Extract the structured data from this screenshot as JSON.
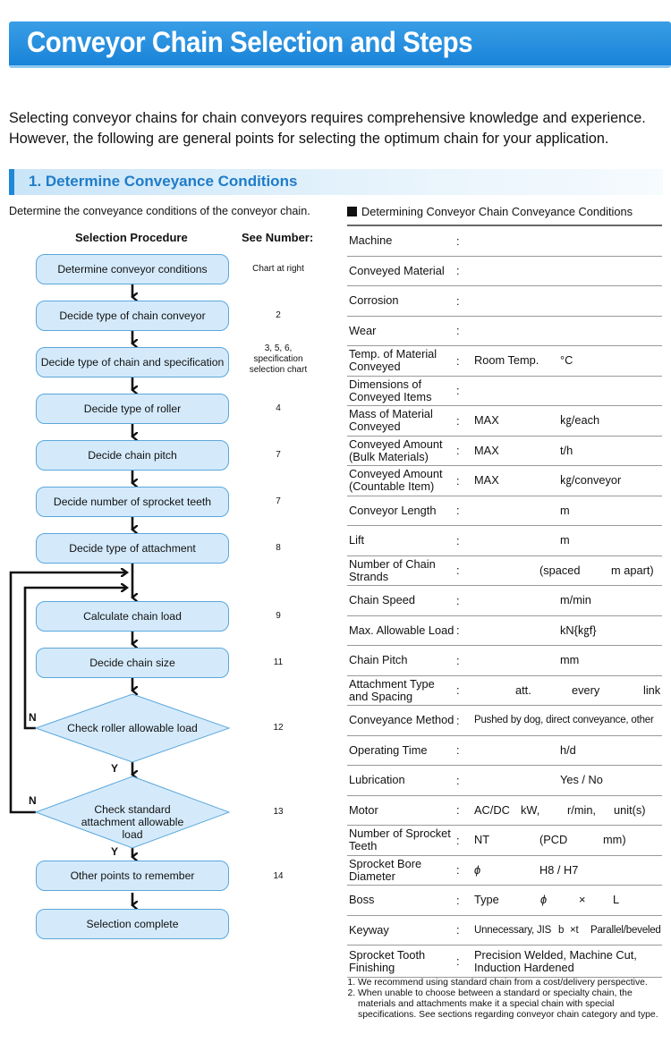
{
  "header": {
    "title": "Conveyor Chain Selection and Steps"
  },
  "intro": {
    "line1": "Selecting conveyor chains for chain conveyors requires comprehensive knowledge and experience.",
    "line2": "However, the following are general points for selecting the optimum chain for your application."
  },
  "section": {
    "title": "1. Determine Conveyance Conditions",
    "left_intro": "Determine the conveyance conditions of the conveyor chain."
  },
  "flowchart": {
    "head_procedure": "Selection Procedure",
    "head_see": "See Number:",
    "steps": [
      {
        "label": "Determine conveyor conditions",
        "ref": "Chart at right"
      },
      {
        "label": "Decide type of chain conveyor",
        "ref": "2"
      },
      {
        "label": "Decide type of chain and specification",
        "ref": "3, 5, 6, specification selection chart"
      },
      {
        "label": "Decide type of roller",
        "ref": "4"
      },
      {
        "label": "Decide chain pitch",
        "ref": "7"
      },
      {
        "label": "Decide number of sprocket teeth",
        "ref": "7"
      },
      {
        "label": "Decide type of attachment",
        "ref": "8"
      },
      {
        "label": "Calculate chain load",
        "ref": "9"
      },
      {
        "label": "Decide chain size",
        "ref": "11"
      },
      {
        "label": "Other points to remember",
        "ref": "14"
      },
      {
        "label": "Selection complete",
        "ref": ""
      }
    ],
    "decisions": [
      {
        "label": "Check roller allowable load",
        "ref": "12",
        "no": "N",
        "yes": "Y"
      },
      {
        "label": "Check standard attachment allowable load",
        "ref": "13",
        "no": "N",
        "yes": "Y"
      }
    ]
  },
  "conditions": {
    "title": "Determining Conveyor Chain Conveyance Conditions",
    "colon": ":",
    "rows": [
      {
        "label": "Machine",
        "values": []
      },
      {
        "label": "Conveyed Material",
        "values": []
      },
      {
        "label": "Corrosion",
        "values": []
      },
      {
        "label": "Wear",
        "values": []
      },
      {
        "label": "Temp. of Material Conveyed",
        "values": [
          "Room Temp.",
          "°C"
        ]
      },
      {
        "label": "Dimensions of Conveyed Items",
        "values": []
      },
      {
        "label": "Mass of Material Conveyed",
        "values": [
          "MAX",
          "㎏/each"
        ]
      },
      {
        "label": "Conveyed Amount (Bulk Materials)",
        "values": [
          "MAX",
          "t/h"
        ]
      },
      {
        "label": "Conveyed Amount (Countable Item)",
        "values": [
          "MAX",
          "㎏/conveyor"
        ]
      },
      {
        "label": "Conveyor Length",
        "values": [
          "m"
        ]
      },
      {
        "label": "Lift",
        "values": [
          "m"
        ]
      },
      {
        "label": "Number of Chain Strands",
        "values": [
          "(spaced",
          "m apart)"
        ]
      },
      {
        "label": "Chain Speed",
        "values": [
          "m/min"
        ]
      },
      {
        "label": "Max. Allowable Load",
        "values": [
          "kN{㎏f}"
        ]
      },
      {
        "label": "Chain Pitch",
        "values": [
          "mm"
        ]
      },
      {
        "label": "Attachment Type and Spacing",
        "values": [
          "att.",
          "every",
          "link"
        ]
      },
      {
        "label": "Conveyance Method",
        "values": [
          "Pushed by dog, direct conveyance, other"
        ]
      },
      {
        "label": "Operating Time",
        "values": [
          "h/d"
        ]
      },
      {
        "label": "Lubrication",
        "values": [
          "Yes / No"
        ]
      },
      {
        "label": "Motor",
        "values": [
          "AC/DC",
          "kW,",
          "r/min,",
          "unit(s)"
        ]
      },
      {
        "label": "Number of Sprocket Teeth",
        "values": [
          "NT",
          "(PCD",
          "mm)"
        ]
      },
      {
        "label": "Sprocket Bore Diameter",
        "values": [
          "ϕ",
          "H8 / H7"
        ]
      },
      {
        "label": "Boss",
        "values": [
          "Type",
          "ϕ",
          "×",
          "L"
        ]
      },
      {
        "label": "Keyway",
        "values": [
          "Unnecessary, JIS",
          "b",
          "×t",
          "Parallel/beveled"
        ]
      },
      {
        "label": "Sprocket Tooth Finishing",
        "values": [
          "Precision Welded, Machine Cut, Induction Hardened"
        ]
      }
    ]
  },
  "notes": [
    "We recommend using standard chain from a cost/delivery perspective.",
    "When unable to choose between a standard or specialty chain, the materials and attachments make it a special chain with special specifications. See sections regarding conveyor chain category and type."
  ]
}
